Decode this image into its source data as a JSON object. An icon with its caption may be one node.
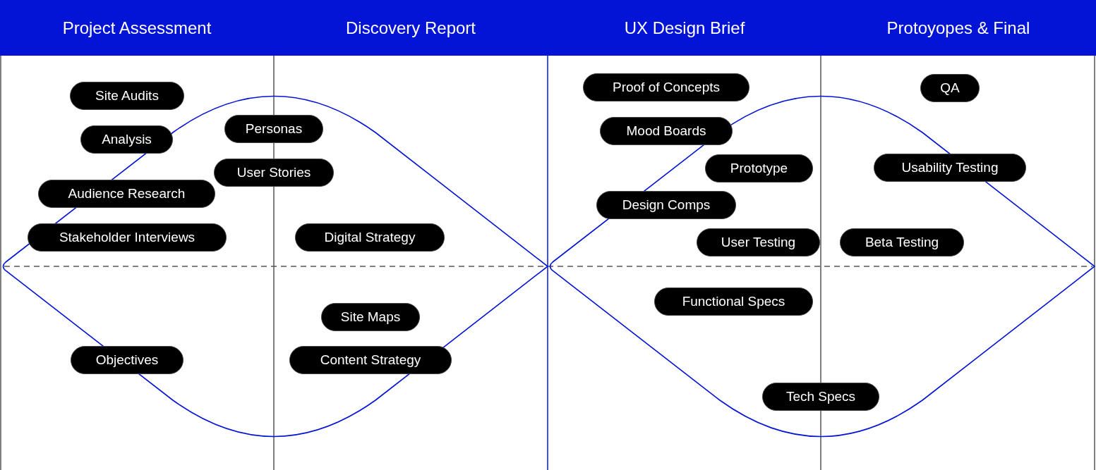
{
  "diagram": {
    "nodes": [
      {
        "text": [
          "Project Assessment"
        ]
      },
      {
        "text": [
          "Discovery Report"
        ]
      },
      {
        "text": [
          "UX Design Brief"
        ]
      },
      {
        "text": [
          "Protoyopes & Final"
        ]
      },
      {
        "text": [
          "Site Audits"
        ]
      },
      {
        "text": [
          "Analysis"
        ]
      },
      {
        "text": [
          "Audience Research"
        ]
      },
      {
        "text": [
          "Stakeholder Interviews"
        ]
      },
      {
        "text": [
          "Objectives"
        ]
      },
      {
        "text": [
          "Personas"
        ]
      },
      {
        "text": [
          "User Stories"
        ]
      },
      {
        "text": [
          "Digital Strategy"
        ]
      },
      {
        "text": [
          "Site Maps"
        ]
      },
      {
        "text": [
          "Content Strategy"
        ]
      },
      {
        "text": [
          "Proof of Concepts"
        ]
      },
      {
        "text": [
          "Mood Boards"
        ]
      },
      {
        "text": [
          "Prototype"
        ]
      },
      {
        "text": [
          "Design Comps"
        ]
      },
      {
        "text": [
          "User Testing"
        ]
      },
      {
        "text": [
          "Functional Specs"
        ]
      },
      {
        "text": [
          "Tech Specs"
        ]
      },
      {
        "text": [
          "QA"
        ]
      },
      {
        "text": [
          "Usability Testing"
        ]
      },
      {
        "text": [
          "Beta Testing"
        ]
      }
    ],
    "edges": []
  }
}
